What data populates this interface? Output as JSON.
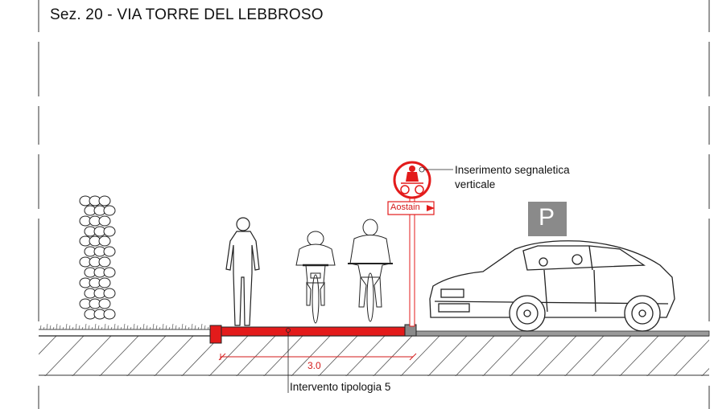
{
  "title": "Sez. 20 - VIA TORRE DEL LEBBROSO",
  "callouts": {
    "sign": [
      "Inserimento segnaletica",
      "verticale"
    ],
    "intervention": "Intervento tipologia 5"
  },
  "dimension": "3.0",
  "sign_plate_text": "Aostain",
  "parking_letter": "P",
  "colors": {
    "accent": "#e31b1b",
    "line": "#222222",
    "parking": "#8a8a8a"
  }
}
